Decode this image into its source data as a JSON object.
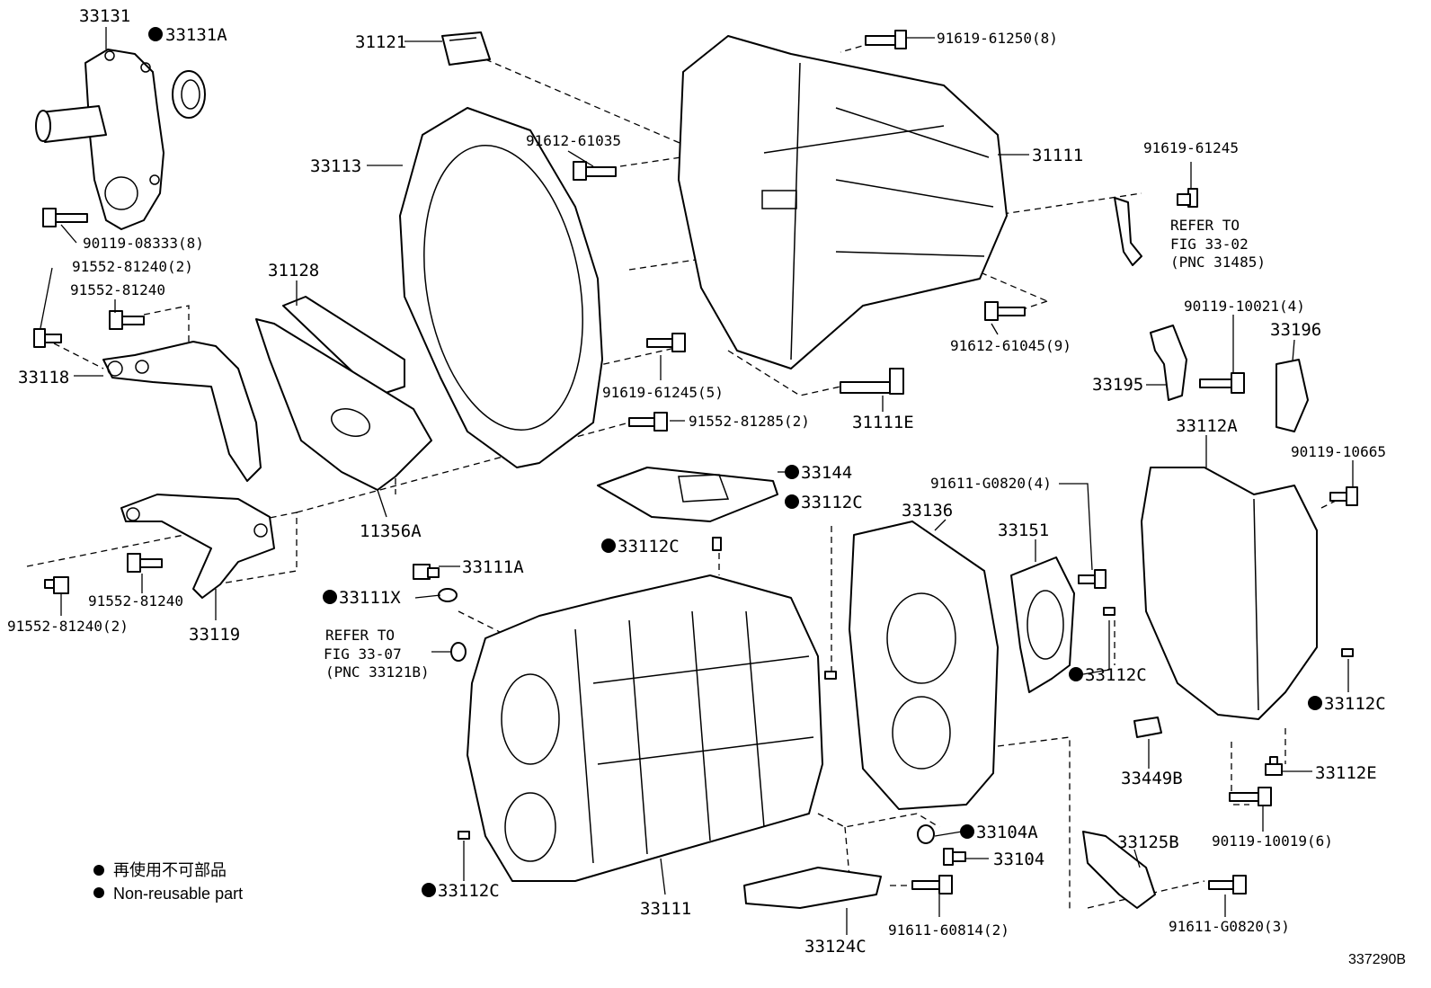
{
  "labels": {
    "p33131": "33131",
    "p33131A": "33131A",
    "p31121": "31121",
    "b91619_61250": "91619-61250(8)",
    "p33113": "33113",
    "b91612_61035": "91612-61035",
    "p31111": "31111",
    "b91619_61245": "91619-61245",
    "refer_fig_33_02_line1": "REFER TO",
    "refer_fig_33_02_line2": "FIG 33-02",
    "refer_fig_33_02_line3": "(PNC 31485)",
    "b90119_08333": "90119-08333(8)",
    "b91552_81240_2a": "91552-81240(2)",
    "b91552_81240_a": "91552-81240",
    "p31128": "31128",
    "p33118": "33118",
    "b91612_61045": "91612-61045(9)",
    "b90119_10021": "90119-10021(4)",
    "p33196": "33196",
    "p33195": "33195",
    "b91619_61245_5": "91619-61245(5)",
    "p31111E": "31111E",
    "b91552_81285": "91552-81285(2)",
    "p33112A": "33112A",
    "b90119_10665": "90119-10665",
    "p33144": "33144",
    "p33112C_a": "33112C",
    "b91611_G0820_4": "91611-G0820(4)",
    "p11356A": "11356A",
    "p33136": "33136",
    "p33151": "33151",
    "p33112C_b": "33112C",
    "p33111A": "33111A",
    "p33111X": "33111X",
    "b91552_81240_b": "91552-81240",
    "b91552_81240_2b": "91552-81240(2)",
    "p33119": "33119",
    "refer_fig_33_07_line1": "REFER TO",
    "refer_fig_33_07_line2": "FIG 33-07",
    "refer_fig_33_07_line3": "(PNC 33121B)",
    "p33112C_c": "33112C",
    "p33112C_d": "33112C",
    "p33449B": "33449B",
    "p33112E": "33112E",
    "p33104A": "33104A",
    "p33104": "33104",
    "p33125B": "33125B",
    "b90119_10019": "90119-10019(6)",
    "p33112C_e": "33112C",
    "p33111": "33111",
    "b91611_60814": "91611-60814(2)",
    "p33124C": "33124C",
    "b91611_G0820_3": "91611-G0820(3)"
  },
  "legend": {
    "japanese": "再使用不可部品",
    "english": "Non-reusable part"
  },
  "figure_id": "337290B"
}
